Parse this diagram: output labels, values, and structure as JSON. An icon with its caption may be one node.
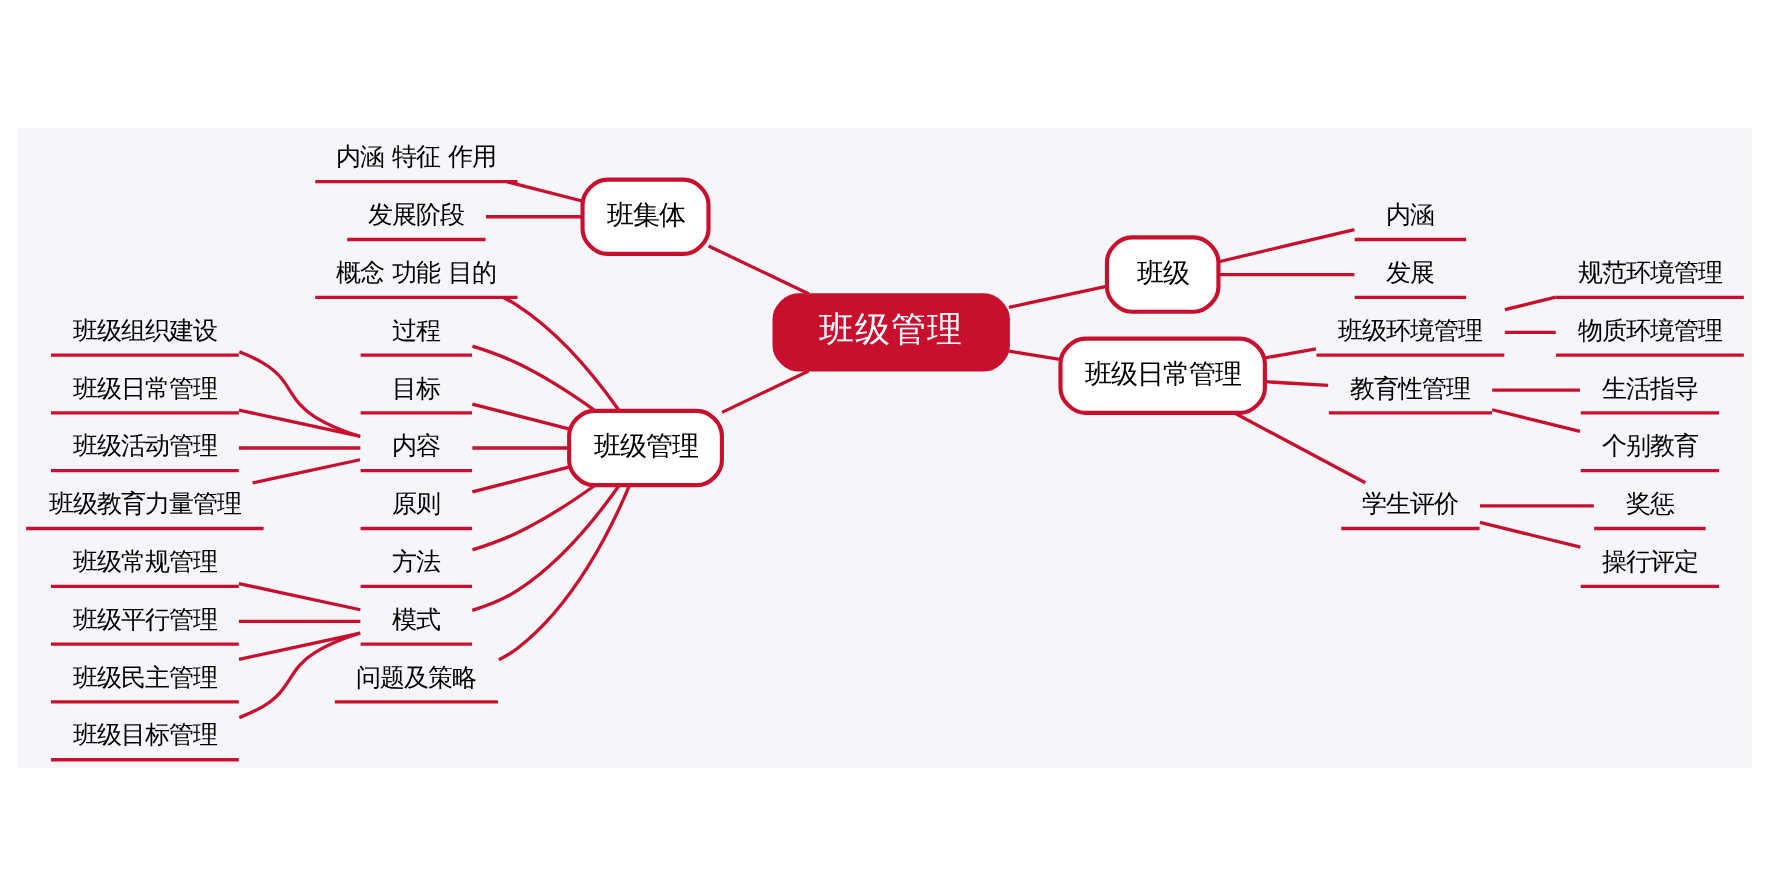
{
  "diagram": {
    "nodes": [
      {
        "text": [
          "班级管理"
        ]
      },
      {
        "text": [
          "班集体"
        ]
      },
      {
        "text": [
          "内涵 特征 作用"
        ]
      },
      {
        "text": [
          "发展阶段"
        ]
      },
      {
        "text": [
          "班级"
        ]
      },
      {
        "text": [
          "内涵"
        ]
      },
      {
        "text": [
          "发展"
        ]
      },
      {
        "text": [
          "班级日常管理"
        ]
      },
      {
        "text": [
          "班级环境管理"
        ]
      },
      {
        "text": [
          "规范环境管理"
        ]
      },
      {
        "text": [
          "物质环境管理"
        ]
      },
      {
        "text": [
          "教育性管理"
        ]
      },
      {
        "text": [
          "生活指导"
        ]
      },
      {
        "text": [
          "个别教育"
        ]
      },
      {
        "text": [
          "学生评价"
        ]
      },
      {
        "text": [
          "奖惩"
        ]
      },
      {
        "text": [
          "操行评定"
        ]
      },
      {
        "text": [
          "班级管理"
        ]
      },
      {
        "text": [
          "概念 功能 目的"
        ]
      },
      {
        "text": [
          "过程"
        ]
      },
      {
        "text": [
          "目标"
        ]
      },
      {
        "text": [
          "内容"
        ]
      },
      {
        "text": [
          "班级组织建设"
        ]
      },
      {
        "text": [
          "班级日常管理"
        ]
      },
      {
        "text": [
          "班级活动管理"
        ]
      },
      {
        "text": [
          "班级教育力量管理"
        ]
      },
      {
        "text": [
          "原则"
        ]
      },
      {
        "text": [
          "方法"
        ]
      },
      {
        "text": [
          "模式"
        ]
      },
      {
        "text": [
          "班级常规管理"
        ]
      },
      {
        "text": [
          "班级平行管理"
        ]
      },
      {
        "text": [
          "班级民主管理"
        ]
      },
      {
        "text": [
          "班级目标管理"
        ]
      },
      {
        "text": [
          "问题及策略"
        ]
      }
    ],
    "edges": [
      {
        "from": 0,
        "to": 1,
        "arrow": "none"
      },
      {
        "from": 1,
        "to": 2,
        "arrow": "none"
      },
      {
        "from": 1,
        "to": 3,
        "arrow": "none"
      },
      {
        "from": 0,
        "to": 4,
        "arrow": "none"
      },
      {
        "from": 4,
        "to": 5,
        "arrow": "none"
      },
      {
        "from": 4,
        "to": 6,
        "arrow": "none"
      },
      {
        "from": 0,
        "to": 7,
        "arrow": "none"
      },
      {
        "from": 7,
        "to": 8,
        "arrow": "none"
      },
      {
        "from": 8,
        "to": 9,
        "arrow": "none"
      },
      {
        "from": 8,
        "to": 10,
        "arrow": "none"
      },
      {
        "from": 7,
        "to": 11,
        "arrow": "none"
      },
      {
        "from": 11,
        "to": 12,
        "arrow": "none"
      },
      {
        "from": 11,
        "to": 13,
        "arrow": "none"
      },
      {
        "from": 7,
        "to": 14,
        "arrow": "none"
      },
      {
        "from": 14,
        "to": 15,
        "arrow": "none"
      },
      {
        "from": 14,
        "to": 16,
        "arrow": "none"
      },
      {
        "from": 0,
        "to": 17,
        "arrow": "none"
      },
      {
        "from": 17,
        "to": 18,
        "arrow": "none"
      },
      {
        "from": 17,
        "to": 19,
        "arrow": "none"
      },
      {
        "from": 17,
        "to": 20,
        "arrow": "none"
      },
      {
        "from": 17,
        "to": 21,
        "arrow": "none"
      },
      {
        "from": 21,
        "to": 22,
        "arrow": "none"
      },
      {
        "from": 21,
        "to": 23,
        "arrow": "none"
      },
      {
        "from": 21,
        "to": 24,
        "arrow": "none"
      },
      {
        "from": 21,
        "to": 25,
        "arrow": "none"
      },
      {
        "from": 17,
        "to": 26,
        "arrow": "none"
      },
      {
        "from": 17,
        "to": 27,
        "arrow": "none"
      },
      {
        "from": 17,
        "to": 28,
        "arrow": "none"
      },
      {
        "from": 28,
        "to": 29,
        "arrow": "none"
      },
      {
        "from": 28,
        "to": 30,
        "arrow": "none"
      },
      {
        "from": 28,
        "to": 31,
        "arrow": "none"
      },
      {
        "from": 28,
        "to": 32,
        "arrow": "none"
      },
      {
        "from": 17,
        "to": 33,
        "arrow": "none"
      }
    ]
  }
}
